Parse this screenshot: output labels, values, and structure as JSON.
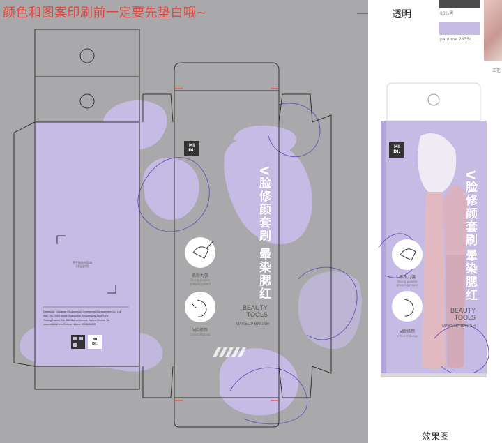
{
  "header_note": "颜色和图案印刷前一定要先垫白哦~",
  "legend": {
    "transparent": "透明"
  },
  "swatches": [
    {
      "label": "80%黑",
      "color": "#4c4c4e"
    },
    {
      "label": "pantone 2635c",
      "color": "#c6bbe5"
    }
  ],
  "photo_label": "工艺",
  "effect_label": "效果图",
  "brand": {
    "logo_line1": "MI",
    "logo_line2": "DI."
  },
  "product": {
    "title_main": "V脸修颜套刷",
    "title_sub": "晕染腮红",
    "eng_line1": "BEAUTY",
    "eng_line2": "TOOLS",
    "eng_line3": "MAKEUP BRUSH",
    "feature1_cn": "抓粉力强",
    "feature1_en1": "Strong powder",
    "feature1_en2": "grasping power",
    "feature2_cn": "V脸修颜",
    "feature2_en": "V face makeup"
  },
  "side_panel": {
    "barcode_text1": "不干胶贴码区域",
    "barcode_text2": "(详见说明)",
    "distributor": "Distributor: Xiaoshan (Guangzhou) Commercial Management Co., Ltd",
    "address1": "Add.: No. 2005 Inside Guangzhou Xingyangjing Auto Parts",
    "address2": "Trading Market, No. 880 Baiyun Avenue, Baiyun District, Gu",
    "website_hotline": "www.midididi.com   Enfune Hotline: 4008655043"
  },
  "colors": {
    "canvas": "#a9a9ab",
    "lavender": "#c6bbe5",
    "accent_red": "#e0463e",
    "outline": "#333333",
    "blob_stroke": "#6a5bb5"
  }
}
